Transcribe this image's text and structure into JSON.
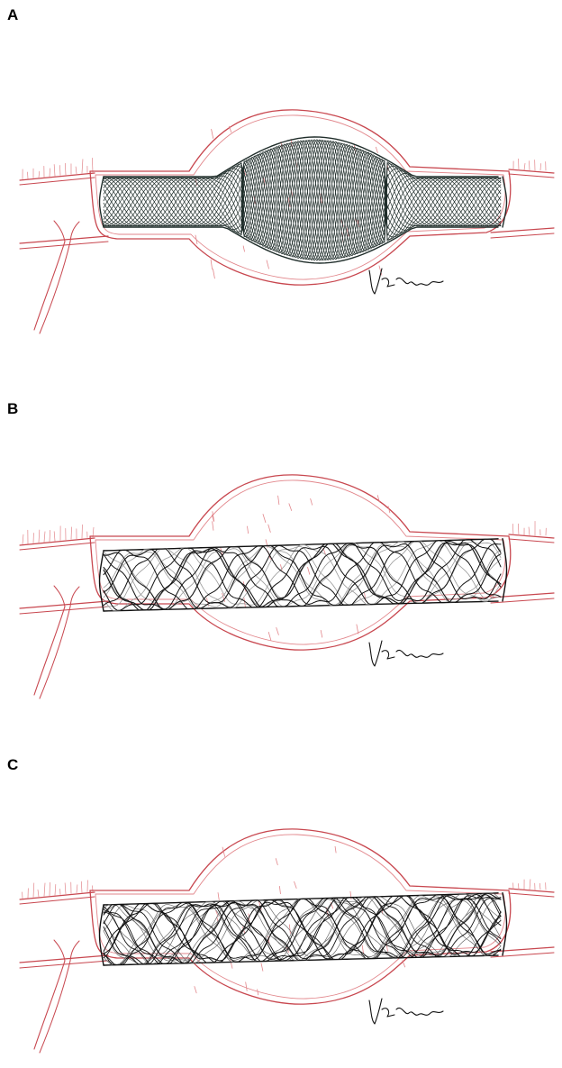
{
  "panels": [
    {
      "label": "A",
      "variant": "dense-braided-stent-bulging"
    },
    {
      "label": "B",
      "variant": "open-weave-stent"
    },
    {
      "label": "C",
      "variant": "double-layer-weave-stent"
    }
  ],
  "colors": {
    "vessel": "#c8474f",
    "vessel_light": "#e2868b",
    "stent_dark": "#1f2d2a",
    "stent_mid": "#6b6b6b",
    "stent_light": "#9a9a9a",
    "label": "#000000"
  },
  "signature_icon": "artist-signature-icon"
}
